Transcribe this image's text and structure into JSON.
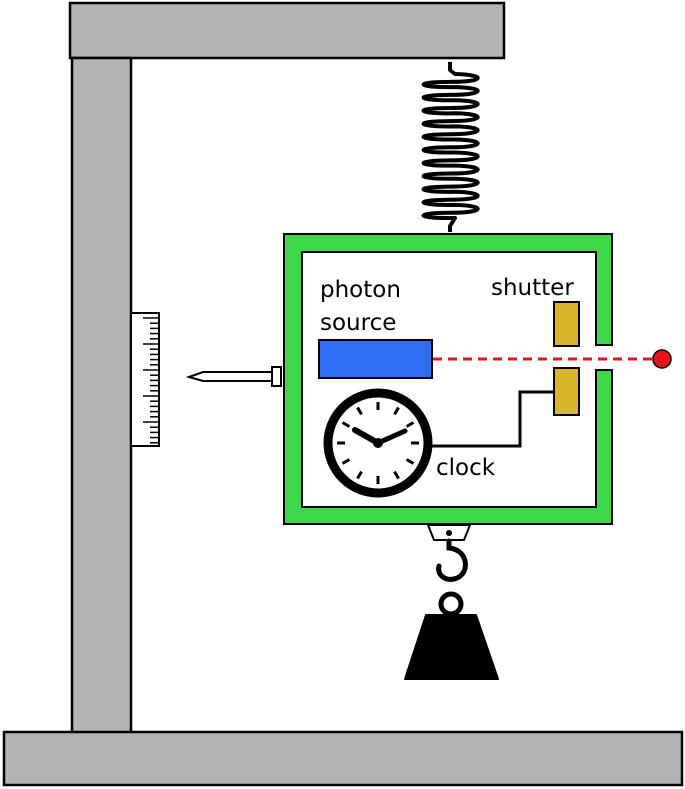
{
  "labels": {
    "photon_line1": "photon",
    "photon_line2": "source",
    "shutter": "shutter",
    "clock": "clock"
  },
  "colors": {
    "frame": "#b3b3b3",
    "box": "#3ed64a",
    "photon_source": "#2f6ef2",
    "shutter": "#d6b52c",
    "photon": "#e8131a",
    "beam": "#e8131a",
    "weight": "#000000"
  },
  "icons": [
    "clock-icon",
    "spring-icon",
    "hook-icon",
    "weight-icon",
    "ruler-scale-icon",
    "pointer-needle-icon",
    "photon-dot-icon"
  ]
}
